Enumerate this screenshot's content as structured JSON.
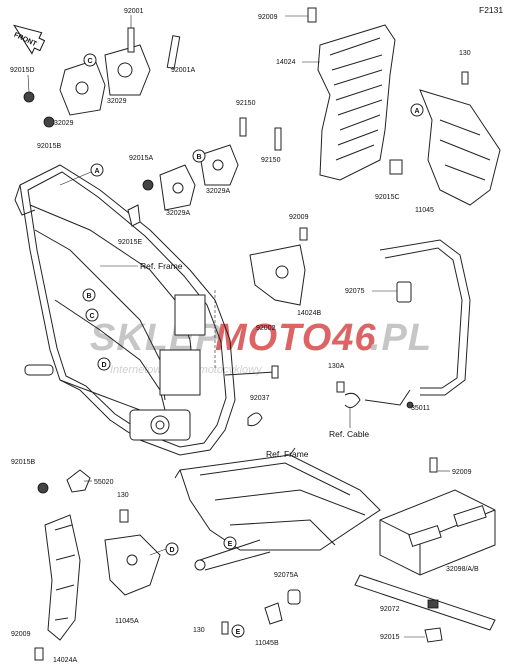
{
  "diagram_code": "F2131",
  "front_tag": "FRONT",
  "watermark": {
    "brand_grey": "SKLEP",
    "brand_red": "MOTO46",
    "domain": ".PL",
    "tagline": "Internetowy sklep motocyklowy",
    "color_red": "#d84a4a",
    "color_grey": "#bdbdbd"
  },
  "ref_labels": {
    "frame_1": "Ref. Frame",
    "frame_2": "Ref. Frame",
    "cable": "Ref. Cable"
  },
  "letters": {
    "a_top": "A",
    "a_frame": "A",
    "b_bracket": "B",
    "b_frame": "B",
    "c_top": "C",
    "c_frame": "C",
    "d_frame": "D",
    "d_bracket": "D",
    "e_1": "E",
    "e_2": "E"
  },
  "parts": {
    "p92001": "92001",
    "p92001a": "92001A",
    "p92015d": "92015D",
    "p32029_1": "32029",
    "p32029_2": "32029",
    "p92015b_top": "92015B",
    "p92150_1": "92150",
    "p92150_2": "92150",
    "p92015a": "92015A",
    "p32029a_1": "32029A",
    "p32029a_2": "32029A",
    "p92015e": "92015E",
    "p92009_top": "92009",
    "p14024": "14024",
    "p130_top": "130",
    "p92015c": "92015C",
    "p11045": "11045",
    "p92009_mid": "92009",
    "p14024b": "14024B",
    "p92075": "92075",
    "p92002": "92002",
    "p130a": "130A",
    "p92037": "92037",
    "p35011": "35011",
    "p92015b_bot": "92015B",
    "p55020": "55020",
    "p130_mid": "130",
    "p11045a": "11045A",
    "p92009_right": "92009",
    "p32098ab": "32098/A/B",
    "p92075a": "92075A",
    "p92072": "92072",
    "p130_bot": "130",
    "p11045b": "11045B",
    "p92015": "92015",
    "p92009_bot": "92009",
    "p14024a": "14024A"
  }
}
